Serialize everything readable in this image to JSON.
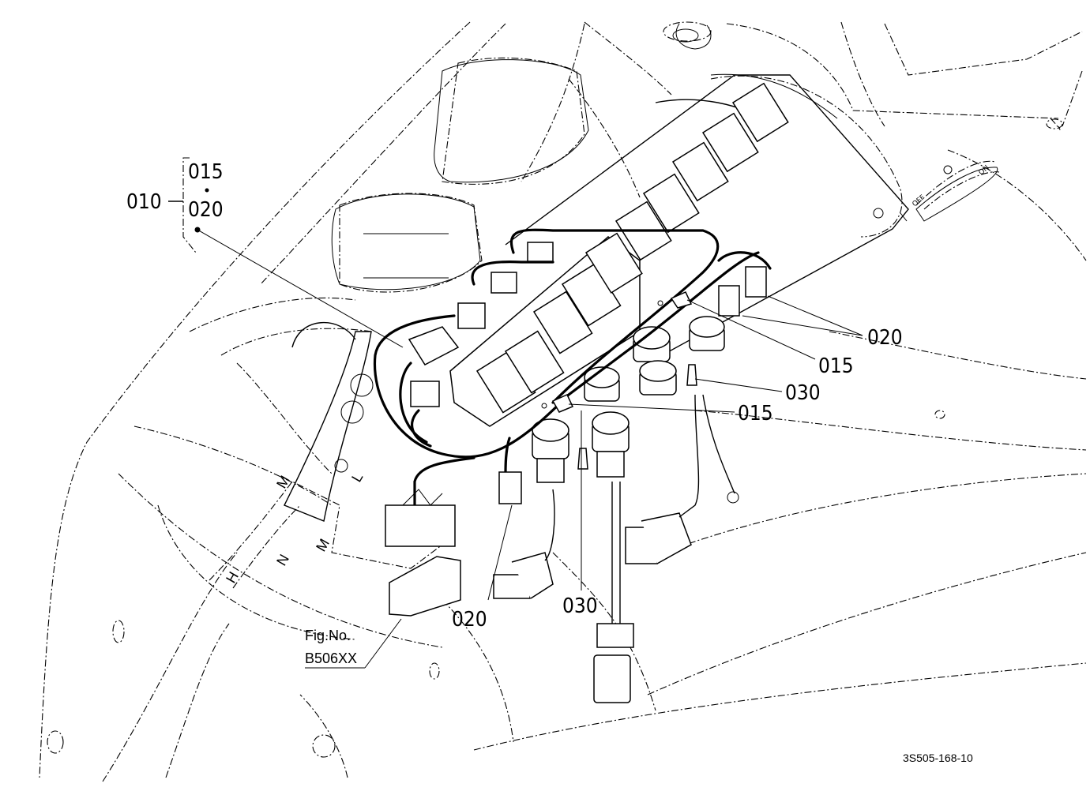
{
  "callouts": {
    "group_main": "010",
    "group_a": "015",
    "group_b": "020",
    "c020_right": "020",
    "c015_upper": "015",
    "c030_right": "030",
    "c015_lower": "015",
    "c020_bottom": "020",
    "c030_bottom": "030"
  },
  "reference": {
    "fig_label": "Fig.No.",
    "fig_number": "B506XX"
  },
  "drawing_code": "3S505-168-10",
  "panel_marks": {
    "off": "OFF",
    "on": "ON"
  },
  "shifter_marks": {
    "h": "H",
    "n": "N",
    "l": "L",
    "m1": "M",
    "m2": "M"
  }
}
